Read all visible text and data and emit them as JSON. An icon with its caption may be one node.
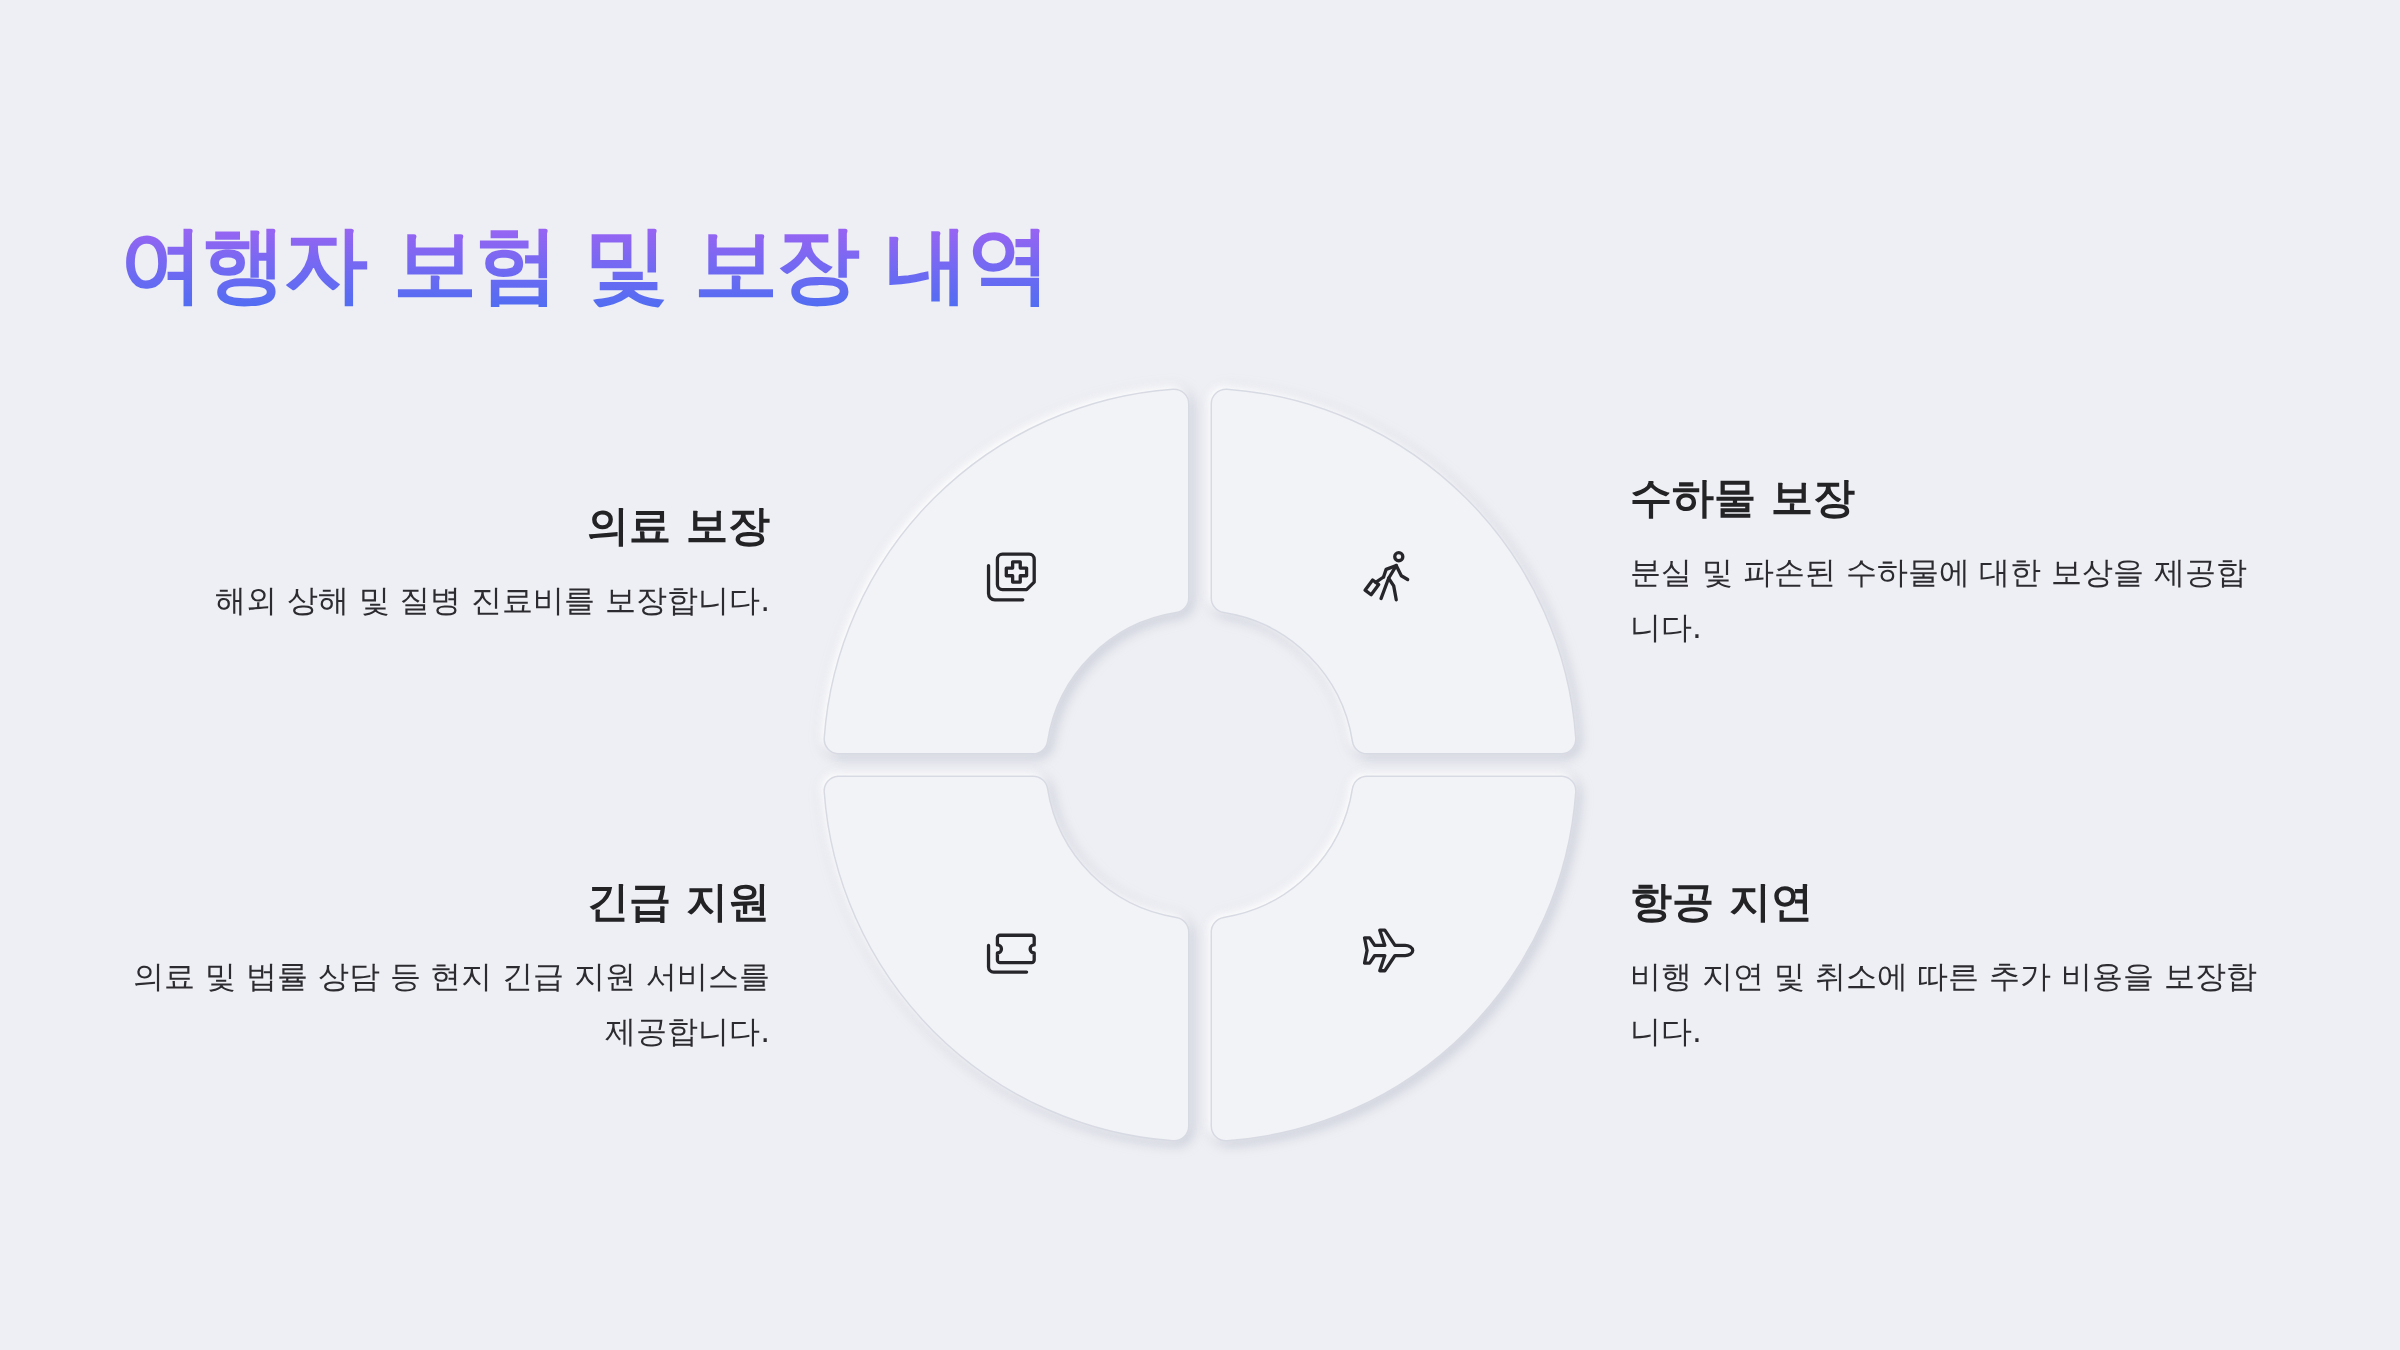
{
  "diagram": {
    "title": "여행자 보험 및 보장 내역",
    "nodes": [
      {
        "text": [
          "의료 보장",
          "해외 상해 및 질병 진료비를 보장합니다."
        ]
      },
      {
        "text": [
          "수하물 보장",
          "분실 및 파손된 수하물에 대한 보상을 제공합니다."
        ]
      },
      {
        "text": [
          "긴급 지원",
          "의료 및 법률 상담 등 현지 긴급 지원 서비스를 제공합니다."
        ]
      },
      {
        "text": [
          "항공 지연",
          "비행 지연 및 취소에 따른 추가 비용을 보장합니다."
        ]
      }
    ]
  }
}
